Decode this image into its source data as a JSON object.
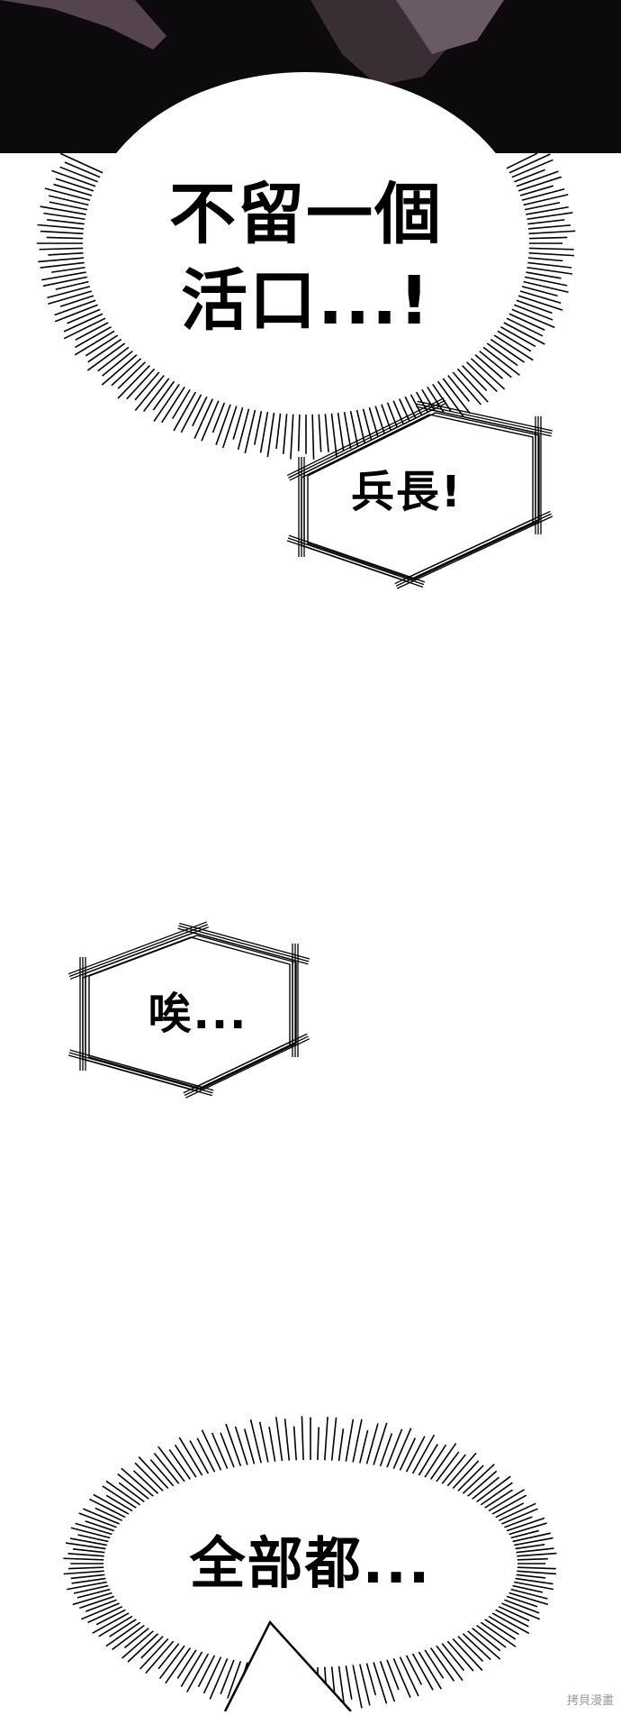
{
  "panel": {
    "colors": {
      "background": "#ffffff",
      "dark_scene": "#0c0a0d",
      "ink": "#000000"
    }
  },
  "bubbles": [
    {
      "id": "shout-1",
      "lines": [
        "不留一個",
        "活口...!"
      ]
    },
    {
      "id": "hex-1",
      "text": "兵長!"
    },
    {
      "id": "hex-2",
      "text": "唉..."
    },
    {
      "id": "shout-2",
      "text": "全部都..."
    }
  ],
  "watermark": "拷貝漫畫"
}
